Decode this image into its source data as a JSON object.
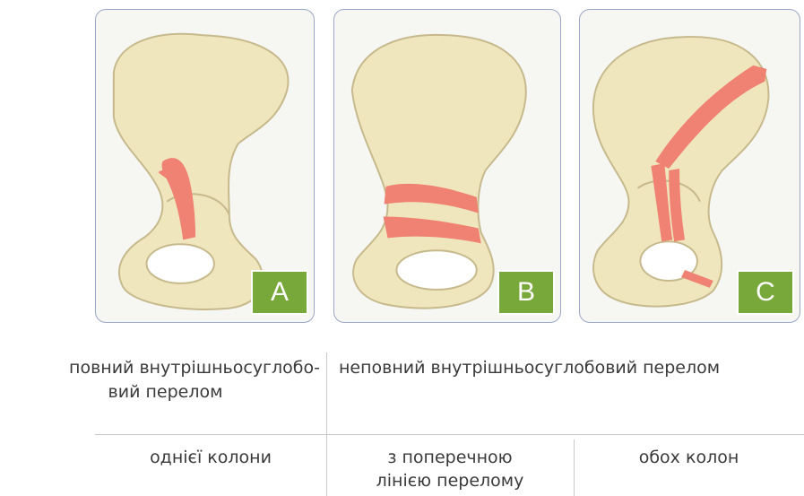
{
  "panels": [
    {
      "id": "A",
      "label": "A",
      "colors": {
        "bone": "#f0e6be",
        "outline": "#c6b98c",
        "fracture": "#ef8273"
      }
    },
    {
      "id": "B",
      "label": "B",
      "colors": {
        "bone": "#f0e6be",
        "outline": "#c6b98c",
        "fracture": "#ef8273"
      }
    },
    {
      "id": "C",
      "label": "C",
      "colors": {
        "bone": "#f0e6be",
        "outline": "#c6b98c",
        "fracture": "#ef8273"
      }
    }
  ],
  "categories": {
    "complete": "повний внутрішньосуглобо-\nвий перелом",
    "incomplete": "неповний внутрішньосуглобовий перелом"
  },
  "subtypes": {
    "one_column": "однієї колони",
    "transverse": "з поперечною\nлінією перелому",
    "both_columns": "обох колон"
  },
  "colors": {
    "panel_border": "#9aa6c4",
    "badge": "#79a83a",
    "divider": "#c9c9c9"
  }
}
